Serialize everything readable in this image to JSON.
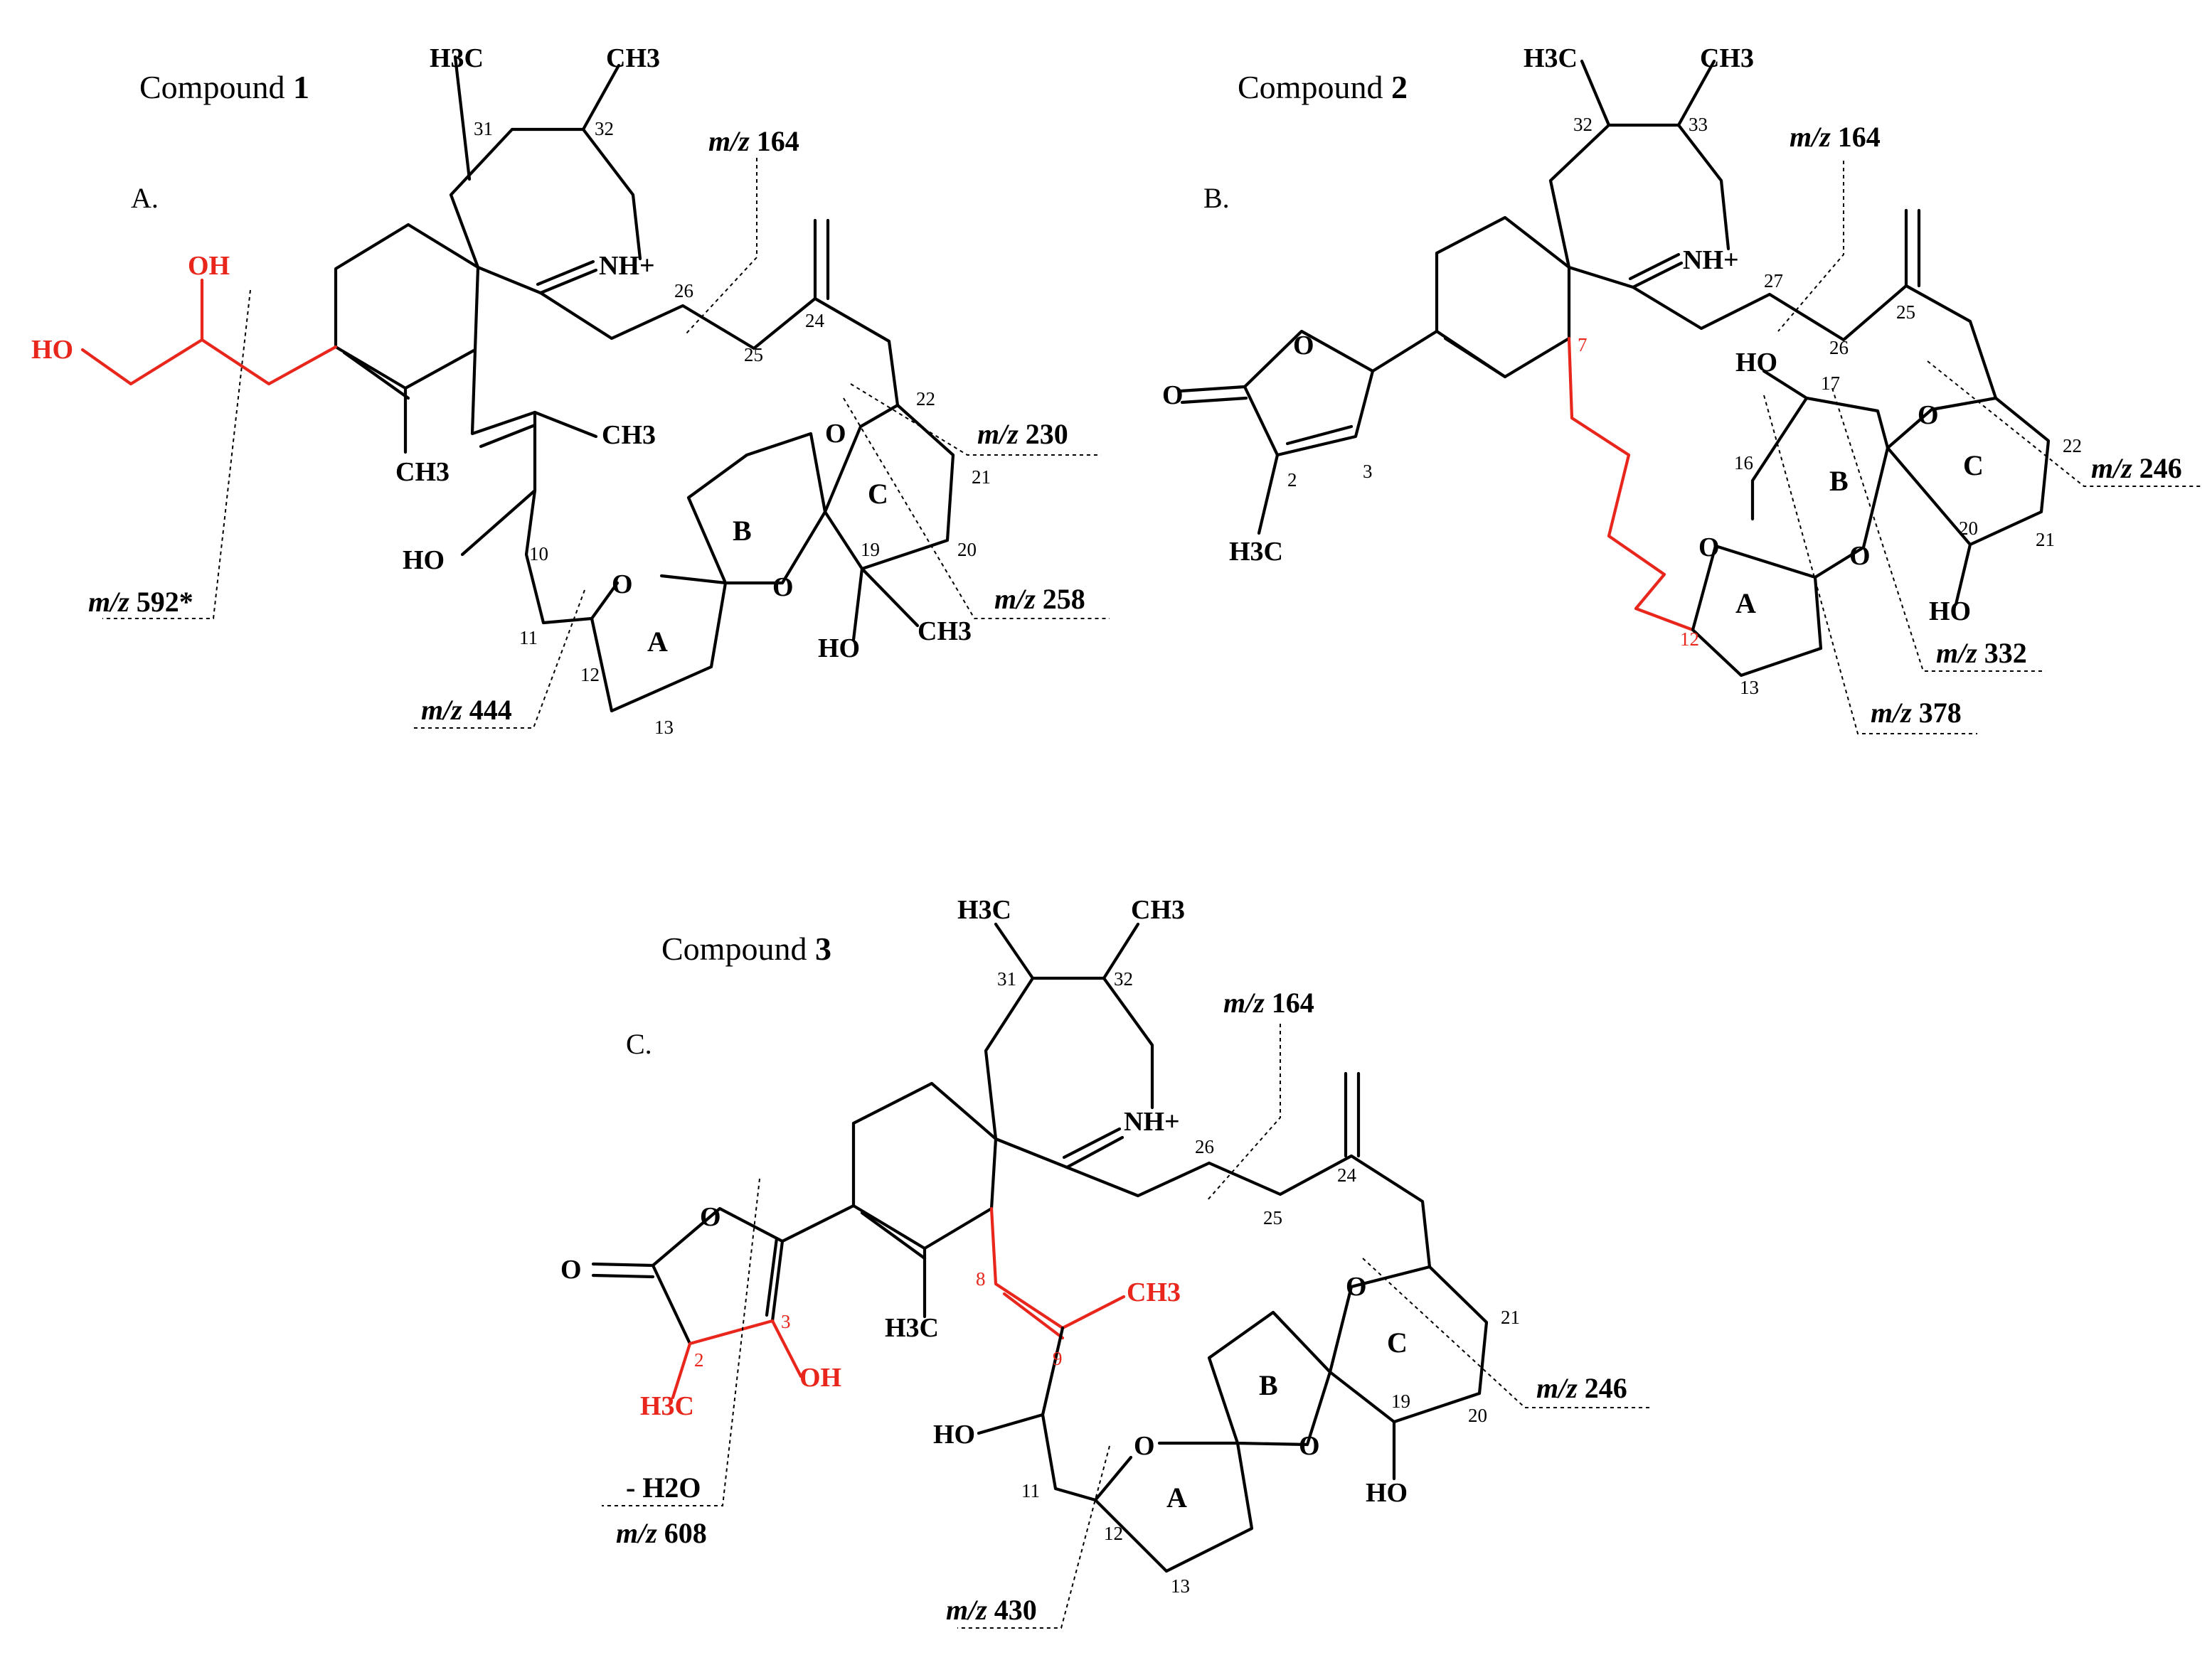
{
  "colors": {
    "structure": "#000000",
    "modified": "#e8261c",
    "background": "#ffffff"
  },
  "compound1": {
    "title_prefix": "Compound",
    "title_number": "1",
    "panel": "A.",
    "atoms": {
      "h3c": "H3C",
      "ch3_top": "CH3",
      "nh": "NH+",
      "oh_side": "OH",
      "ho_side": "HO",
      "ch3_ring": "CH3",
      "ch3_alkene": "CH3",
      "ho_10": "HO",
      "ho_19": "HO",
      "ch3_19": "CH3",
      "o_a": "O",
      "o_b": "O",
      "o_c": "O"
    },
    "numbers": {
      "n31": "31",
      "n32": "32",
      "n26": "26",
      "n25": "25",
      "n24": "24",
      "n22": "22",
      "n21": "21",
      "n20": "20",
      "n19": "19",
      "n10": "10",
      "n11": "11",
      "n12": "12",
      "n13": "13"
    },
    "rings": {
      "a": "A",
      "b": "B",
      "c": "C"
    },
    "fragments": [
      {
        "prefix": "m/z",
        "value": "164"
      },
      {
        "prefix": "m/z",
        "value": "230"
      },
      {
        "prefix": "m/z",
        "value": "258"
      },
      {
        "prefix": "m/z",
        "value": "444"
      },
      {
        "prefix": "m/z",
        "value": "592*"
      }
    ]
  },
  "compound2": {
    "title_prefix": "Compound",
    "title_number": "2",
    "panel": "B.",
    "atoms": {
      "h3c": "H3C",
      "ch3_top": "CH3",
      "nh": "NH+",
      "o_lactone": "O",
      "o_ring": "O",
      "h3c_2": "H3C",
      "ho_17": "HO",
      "ho_20": "HO",
      "o_a": "O",
      "o_b": "O",
      "o_c": "O"
    },
    "numbers": {
      "n32": "32",
      "n33": "33",
      "n27": "27",
      "n26": "26",
      "n25": "25",
      "n22": "22",
      "n21": "21",
      "n20": "20",
      "n17": "17",
      "n16": "16",
      "n7": "7",
      "n12": "12",
      "n13": "13",
      "n2": "2",
      "n3": "3"
    },
    "rings": {
      "a": "A",
      "b": "B",
      "c": "C"
    },
    "fragments": [
      {
        "prefix": "m/z",
        "value": "164"
      },
      {
        "prefix": "m/z",
        "value": "246"
      },
      {
        "prefix": "m/z",
        "value": "332"
      },
      {
        "prefix": "m/z",
        "value": "378"
      }
    ]
  },
  "compound3": {
    "title_prefix": "Compound",
    "title_number": "3",
    "panel": "C.",
    "atoms": {
      "h3c": "H3C",
      "ch3_top": "CH3",
      "nh": "NH+",
      "o_lactone": "O",
      "o_ring": "O",
      "h3c_2": "H3C",
      "oh_3": "OH",
      "h3c_ring": "H3C",
      "ch3_9": "CH3",
      "ho_10": "HO",
      "ho_19": "HO",
      "o_a": "O",
      "o_b": "O",
      "o_c": "O"
    },
    "numbers": {
      "n31": "31",
      "n32": "32",
      "n26": "26",
      "n25": "25",
      "n24": "24",
      "n21": "21",
      "n20": "20",
      "n19": "19",
      "n11": "11",
      "n12": "12",
      "n13": "13",
      "n8": "8",
      "n9": "9",
      "n2": "2",
      "n3": "3"
    },
    "rings": {
      "a": "A",
      "b": "B",
      "c": "C"
    },
    "loss": "- H2O",
    "fragments": [
      {
        "prefix": "m/z",
        "value": "164"
      },
      {
        "prefix": "m/z",
        "value": "246"
      },
      {
        "prefix": "m/z",
        "value": "608"
      },
      {
        "prefix": "m/z",
        "value": "430"
      }
    ]
  }
}
